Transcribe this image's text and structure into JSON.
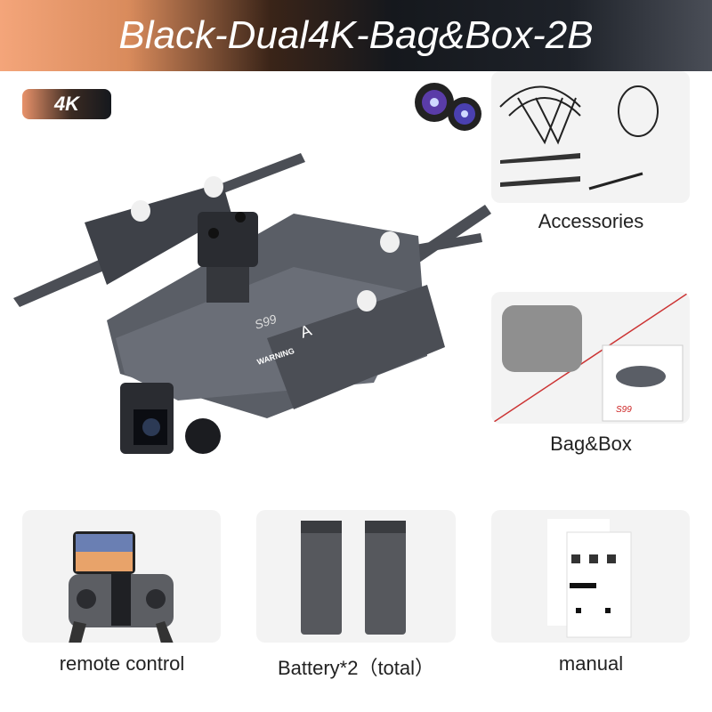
{
  "header": {
    "title": "Black-Dual4K-Bag&Box-2B"
  },
  "badge": {
    "label": "4K"
  },
  "accessories": {
    "label": "Accessories"
  },
  "bag_box": {
    "label": "Bag&Box",
    "box_brand": "S99"
  },
  "remote": {
    "label": "remote control"
  },
  "battery": {
    "label": "Battery*2（total）"
  },
  "manual": {
    "label": "manual"
  },
  "drone": {
    "model": "S99",
    "warning": "WARNING",
    "arm_letter": "A"
  },
  "colors": {
    "header_start": "#f4a57a",
    "header_mid": "#15181d",
    "drone_body": "#5a5e66"
  }
}
